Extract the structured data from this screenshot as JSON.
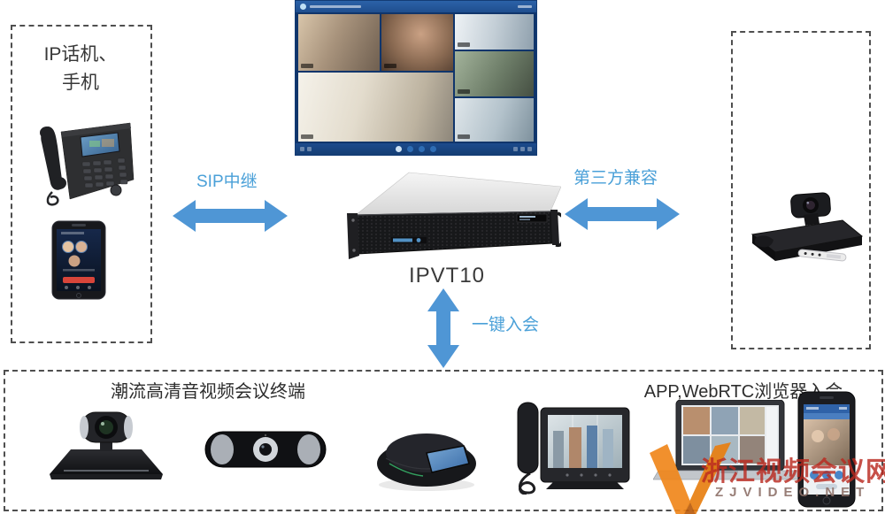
{
  "left_box": {
    "title_line1": "IP话机、",
    "title_line2": "手机"
  },
  "server": {
    "label": "IPVT10"
  },
  "arrows": {
    "sip_label": "SIP中继",
    "third_party_label": "第三方兼容",
    "one_click_label": "一键入会"
  },
  "bottom_box": {
    "terminals_label": "潮流高清音视频会议终端",
    "app_label": "APP,WebRTC浏览器入会"
  },
  "watermark": {
    "cn": "浙江视频会议网",
    "en": "ZJVIDEO.NET"
  },
  "colors": {
    "arrow": "#4f96d5",
    "arrow_label": "#4aa0d8",
    "box_dash": "#4f4f4f",
    "label_text": "#333333",
    "screen_header_blue": "#2b62a8",
    "watermark_red": "#ba2a20",
    "watermark_orange": "#f0871c"
  }
}
